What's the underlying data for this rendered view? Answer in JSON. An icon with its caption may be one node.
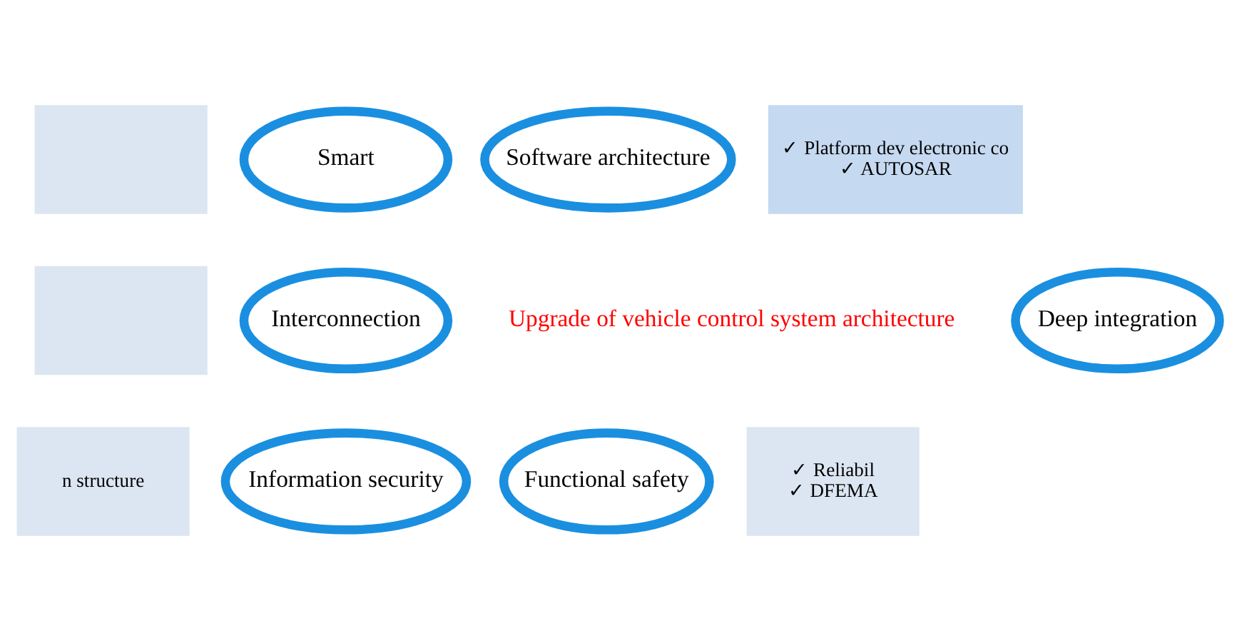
{
  "diagram": {
    "nodes": [
      {
        "text": [],
        "shape": "box"
      },
      {
        "text": [
          "Smart"
        ]
      },
      {
        "text": [
          "Software architecture"
        ]
      },
      {
        "text": [
          "✓ Platform dev electronic co",
          "✓ AUTOSAR"
        ]
      },
      {
        "text": [],
        "shape": "box"
      },
      {
        "text": [
          "Interconnection"
        ]
      },
      {
        "text": [
          "Deep integration"
        ]
      },
      {
        "text": [
          "n structure"
        ]
      },
      {
        "text": [
          "Information security"
        ]
      },
      {
        "text": [
          "Functional safety"
        ]
      },
      {
        "text": [
          "✓ Reliabil",
          "✓ DFEMA"
        ]
      }
    ],
    "labels": [
      "Upgrade of vehicle control system architecture"
    ]
  }
}
